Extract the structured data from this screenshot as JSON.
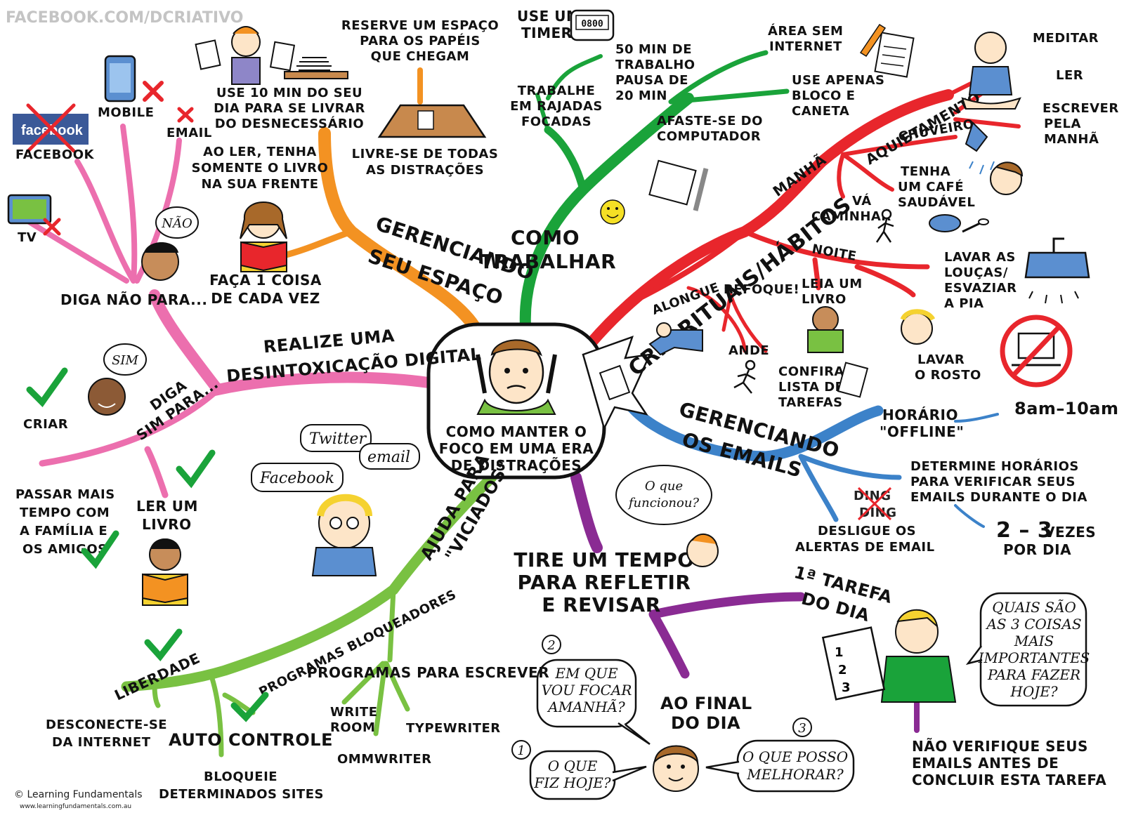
{
  "watermark": "FACEBOOK.COM/DCRIATIVO",
  "central": {
    "line1": "COMO MANTER O",
    "line2": "FOCO EM UMA ERA",
    "line3": "DE DISTRAÇÕES"
  },
  "colors": {
    "red": "#e8262c",
    "orange": "#f39222",
    "green": "#1aa33a",
    "pink": "#ec6fae",
    "blue": "#3c82c9",
    "lime": "#79c142",
    "purple": "#8a2b93",
    "check": "#1aa33a"
  },
  "branches": {
    "espaco": {
      "l1": "GERENCIANDO",
      "l2": "SEU ESPAÇO",
      "a1": "RESERVE UM ESPAÇO",
      "a2": "PARA OS PAPÉIS",
      "a3": "QUE CHEGAM",
      "b1": "USE 10 MIN DO SEU",
      "b2": "DIA PARA SE LIVRAR",
      "b3": "DO DESNECESSÁRIO",
      "c1": "LIVRE-SE DE TODAS",
      "c2": "AS DISTRAÇÕES",
      "d1": "AO LER, TENHA",
      "d2": "SOMENTE O LIVRO",
      "d3": "NA SUA FRENTE",
      "e1": "FAÇA 1 COISA",
      "e2": "DE CADA VEZ"
    },
    "trabalhar": {
      "l1": "COMO",
      "l2": "TRABALHAR",
      "timer1": "USE UM",
      "timer2": "TIMER",
      "m1": "50 MIN DE",
      "m2": "TRABALHO",
      "m3": "PAUSA DE",
      "m4": "20 MIN",
      "r1": "TRABALHE",
      "r2": "EM RAJADAS",
      "r3": "FOCADAS",
      "a1": "ÁREA SEM",
      "a2": "INTERNET",
      "b1": "USE APENAS",
      "b2": "BLOCO E",
      "b3": "CANETA",
      "c1": "AFASTE-SE DO",
      "c2": "COMPUTADOR"
    },
    "rituais": {
      "label": "CRIE RITUAIS/HÁBITOS",
      "manha": "MANHÃ",
      "aquiet": "AQUIETAMENTO",
      "meditar": "MEDITAR",
      "ler": "LER",
      "escrever1": "ESCREVER",
      "escrever2": "PELA",
      "escrever3": "MANHÃ",
      "chuveiro": "CHUVEIRO",
      "cafe1": "TENHA",
      "cafe2": "UM CAFÉ",
      "cafe3": "SAUDÁVEL",
      "caminhar1": "VÁ",
      "caminhar2": "CAMINHAR",
      "noite": "NOITE",
      "loucas1": "LAVAR AS",
      "loucas2": "LOUÇAS/",
      "loucas3": "ESVAZIAR",
      "loucas4": "A PIA",
      "alongue": "ALONGUE",
      "refoque": "REFOQUE!",
      "ande": "ANDE",
      "leia1": "LEIA UM",
      "leia2": "LIVRO",
      "lista1": "CONFIRA A",
      "lista2": "LISTA DE",
      "lista3": "TAREFAS",
      "rosto1": "LAVAR",
      "rosto2": "O ROSTO"
    },
    "emails": {
      "l1": "GERENCIANDO",
      "l2": "OS EMAILS",
      "off1": "HORÁRIO",
      "off2": "\"OFFLINE\"",
      "time": "8am–10am",
      "det1": "DETERMINE HORÁRIOS",
      "det2": "PARA VERIFICAR SEUS",
      "det3": "EMAILS DURANTE O DIA",
      "vezes1": "2 – 3",
      "vezes2": "VEZES",
      "vezes3": "POR DIA",
      "ding1": "DING",
      "ding2": "DING",
      "desl1": "DESLIGUE OS",
      "desl2": "ALERTAS DE EMAIL"
    },
    "refletir": {
      "l1": "TIRE UM TEMPO",
      "l2": "PARA REFLETIR",
      "l3": "E REVISAR",
      "q1": "O que",
      "q2": "funcionou?",
      "tarefa1": "1ª TAREFA",
      "tarefa2": "DO DIA",
      "quais1": "QUAIS SÃO",
      "quais2": "AS 3 COISAS",
      "quais3": "MAIS",
      "quais4": "IMPORTANTES",
      "quais5": "PARA FAZER",
      "quais6": "HOJE?",
      "naov1": "NÃO VERIFIQUE SEUS",
      "naov2": "EMAILS ANTES DE",
      "naov3": "CONCLUIR ESTA TAREFA",
      "final1": "AO FINAL",
      "final2": "DO DIA",
      "n1": "1",
      "n2": "2",
      "n3": "3",
      "foco1": "EM QUE",
      "foco2": "VOU FOCAR",
      "foco3": "AMANHÃ?",
      "fiz1": "O QUE",
      "fiz2": "FIZ HOJE?",
      "melhor1": "O QUE POSSO",
      "melhor2": "MELHORAR?",
      "list1": "1",
      "list2": "2",
      "list3": "3"
    },
    "viciados": {
      "l1": "AJUDA PARA",
      "l2": "\"VICIADOS\"",
      "twitter": "Twitter",
      "email": "email",
      "facebook": "Facebook",
      "bloq": "PROGRAMAS BLOQUEADORES",
      "escrever": "PROGRAMAS PARA ESCREVER",
      "write1": "WRITE",
      "write2": "ROOM",
      "typewriter": "TYPEWRITER",
      "omm": "OMMWRITER",
      "liberdade": "LIBERDADE",
      "desc1": "DESCONECTE-SE",
      "desc2": "DA INTERNET",
      "auto": "AUTO CONTROLE",
      "bloqueie1": "BLOQUEIE",
      "bloqueie2": "DETERMINADOS SITES"
    },
    "detox": {
      "l1": "REALIZE UMA",
      "l2": "DESINTOXICAÇÃO DIGITAL",
      "nao": "DIGA NÃO PARA...",
      "nao_bubble": "NÃO",
      "mobile": "MOBILE",
      "email": "EMAIL",
      "facebook": "FACEBOOK",
      "fb_logo": "facebook",
      "tv": "TV",
      "sim1": "DIGA",
      "sim2": "SIM PARA...",
      "sim_bubble": "SIM",
      "criar": "CRIAR",
      "fam1": "PASSAR MAIS",
      "fam2": "TEMPO COM",
      "fam3": "A FAMÍLIA E",
      "fam4": "OS AMIGOS",
      "ler1": "LER UM",
      "ler2": "LIVRO"
    }
  },
  "timer_display": "0800",
  "credit": {
    "line1": "© Learning Fundamentals",
    "line2": "www.learningfundamentals.com.au"
  }
}
